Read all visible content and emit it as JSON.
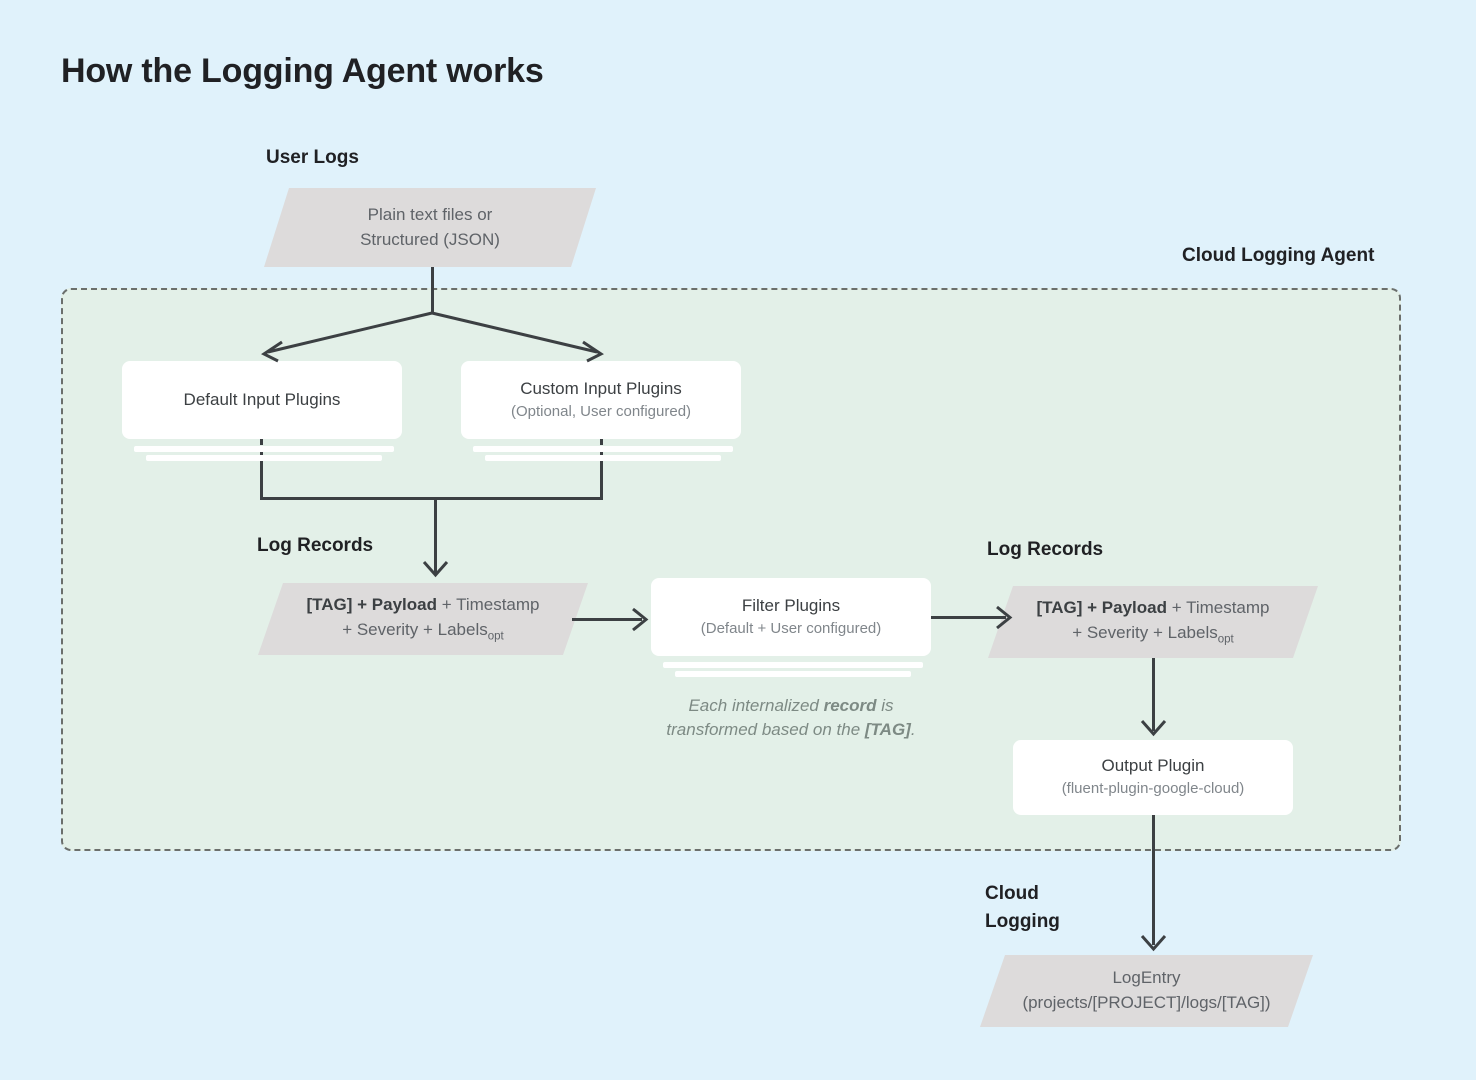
{
  "page": {
    "title": "How the Logging Agent works",
    "background_color": "#e0f2fb"
  },
  "regions": {
    "user_logs_label": "User Logs",
    "agent_label": "Cloud Logging Agent",
    "log_records_left_label": "Log Records",
    "log_records_right_label": "Log Records",
    "cloud_logging_label_line1": "Cloud",
    "cloud_logging_label_line2": "Logging",
    "agent_fill_color": "#e3f0e8",
    "agent_border_color": "#6b6f6c"
  },
  "nodes": {
    "user_logs_source": {
      "shape": "parallelogram",
      "line1": "Plain text files or",
      "line2": "Structured (JSON)",
      "fill": "#dddbdb"
    },
    "default_input_plugins": {
      "shape": "stacked-card",
      "title": "Default Input Plugins",
      "subtitle": ""
    },
    "custom_input_plugins": {
      "shape": "stacked-card",
      "title": "Custom Input Plugins",
      "subtitle": "(Optional, User configured)"
    },
    "log_records_left": {
      "shape": "parallelogram",
      "tag": "[TAG]",
      "plus1": " + ",
      "payload": "Payload",
      "rest1": " + Timestamp",
      "line2_pre": "+ Severity + Labels",
      "line2_sub": "opt"
    },
    "filter_plugins": {
      "shape": "stacked-card",
      "title": "Filter Plugins",
      "subtitle": "(Default + User configured)"
    },
    "filter_caption": {
      "line1_pre": "Each internalized ",
      "line1_bold": "record",
      "line1_post": " is",
      "line2_pre": "transformed based on the ",
      "line2_bold": "[TAG]",
      "line2_post": "."
    },
    "log_records_right": {
      "shape": "parallelogram",
      "tag": "[TAG]",
      "plus1": " + ",
      "payload": "Payload",
      "rest1": " + Timestamp",
      "line2_pre": "+ Severity + Labels",
      "line2_sub": "opt"
    },
    "output_plugin": {
      "shape": "card",
      "title": "Output Plugin",
      "subtitle": "(fluent-plugin-google-cloud)"
    },
    "log_entry": {
      "shape": "parallelogram",
      "title": "LogEntry",
      "subtitle": "(projects/[PROJECT]/logs/[TAG])"
    }
  }
}
